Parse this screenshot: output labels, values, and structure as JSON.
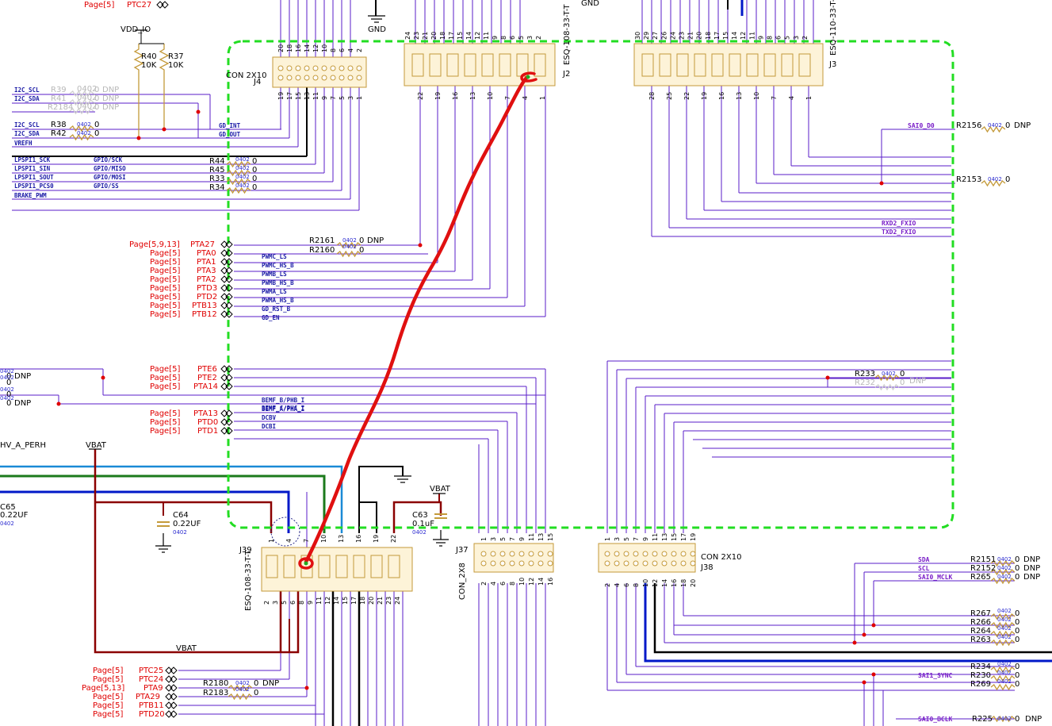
{
  "power": {
    "gnd": "GND",
    "vdd_io": "VDD_IO",
    "vbat": "VBAT",
    "hv_a_perh": "HV_A_PERH"
  },
  "connectors": {
    "j4": {
      "type": "CON 2X10",
      "ref": "J4",
      "top_pins": [
        "20",
        "18",
        "16",
        "14",
        "12",
        "10",
        "8",
        "6",
        "4",
        "2"
      ],
      "bottom_pins": [
        "19",
        "17",
        "15",
        "13",
        "11",
        "9",
        "7",
        "5",
        "3",
        "1"
      ]
    },
    "j2": {
      "type": "ESQ-108-33-T-T",
      "ref": "J2",
      "top_pins": [
        "24",
        "23",
        "21",
        "20",
        "18",
        "17",
        "15",
        "14",
        "12",
        "11",
        "9",
        "8",
        "6",
        "5",
        "3",
        "2"
      ],
      "bottom_pins": [
        "22",
        "19",
        "16",
        "13",
        "10",
        "7",
        "4",
        "1"
      ]
    },
    "j3": {
      "type": "ESQ-110-33-T-T",
      "ref": "J3",
      "top_pins": [
        "30",
        "29",
        "27",
        "26",
        "24",
        "23",
        "21",
        "20",
        "18",
        "17",
        "15",
        "14",
        "12",
        "11",
        "9",
        "8",
        "6",
        "5",
        "3",
        "2"
      ],
      "bottom_pins": [
        "28",
        "25",
        "22",
        "19",
        "16",
        "13",
        "10",
        "7",
        "4",
        "1"
      ]
    },
    "j39": {
      "type": "ESQ-108-33-T-T",
      "ref": "J39",
      "top_pins": [
        "1",
        "4",
        "7",
        "10",
        "13",
        "16",
        "19",
        "22"
      ],
      "bottom_pins": [
        "2",
        "3",
        "5",
        "6",
        "8",
        "9",
        "11",
        "12",
        "14",
        "15",
        "17",
        "18",
        "20",
        "21",
        "23",
        "24"
      ]
    },
    "j37": {
      "type": "CON_2X8",
      "ref": "J37",
      "top_pins": [
        "1",
        "3",
        "5",
        "7",
        "9",
        "11",
        "13",
        "15"
      ],
      "bottom_pins": [
        "2",
        "4",
        "6",
        "8",
        "10",
        "12",
        "14",
        "16"
      ]
    },
    "j38": {
      "type": "CON 2X10",
      "ref": "J38",
      "top_pins": [
        "1",
        "3",
        "5",
        "7",
        "9",
        "11",
        "13",
        "15",
        "17",
        "19"
      ],
      "bottom_pins": [
        "2",
        "4",
        "6",
        "8",
        "10",
        "12",
        "14",
        "16",
        "18",
        "20"
      ]
    }
  },
  "resistors": {
    "r40": {
      "ref": "R40",
      "val": "10K"
    },
    "r37": {
      "ref": "R37",
      "val": "10K"
    },
    "top_left": [
      {
        "ref": "R39",
        "pkg": "0402",
        "val": "0",
        "dnp": "DNP",
        "net": "I2C_SCL"
      },
      {
        "ref": "R41",
        "pkg": "0402",
        "val": "0",
        "dnp": "DNP",
        "net": "I2C_SDA"
      },
      {
        "ref": "R2184",
        "pkg": "0402",
        "val": "0",
        "dnp": "DNP",
        "net": ""
      },
      {
        "ref": "R38",
        "pkg": "0402",
        "val": "0",
        "dnp": "",
        "net": "I2C_SCL"
      },
      {
        "ref": "R42",
        "pkg": "0402",
        "val": "0",
        "dnp": "",
        "net": "I2C_SDA"
      }
    ],
    "spi": [
      {
        "ref": "R44",
        "pkg": "0402",
        "val": "0",
        "net": "LPSPI1_SCK",
        "gpio": "GPIO/SCK"
      },
      {
        "ref": "R45",
        "pkg": "0402",
        "val": "0",
        "net": "LPSPI1_SIN",
        "gpio": "GPIO/MISO"
      },
      {
        "ref": "R33",
        "pkg": "0402",
        "val": "0",
        "net": "LPSPI1_SOUT",
        "gpio": "GPIO/MOSI"
      },
      {
        "ref": "R34",
        "pkg": "0402",
        "val": "0",
        "net": "LPSPI1_PCS0",
        "gpio": "GPIO/SS"
      }
    ],
    "r2161": {
      "ref": "R2161",
      "pkg": "0402",
      "val": "0",
      "dnp": "DNP"
    },
    "r2160": {
      "ref": "R2160",
      "pkg": "0402",
      "val": "0"
    },
    "r2156": {
      "ref": "R2156",
      "pkg": "0402",
      "val": "0",
      "dnp": "DNP"
    },
    "r2153": {
      "ref": "R2153",
      "pkg": "0402",
      "val": "0"
    },
    "r233": {
      "ref": "R233",
      "pkg": "0402",
      "val": "0"
    },
    "r232": {
      "ref": "R232",
      "pkg": "0402",
      "val": "0",
      "dnp": "DNP"
    },
    "left_mid": [
      {
        "pkg": "0402",
        "val": "0",
        "dnp": "DNP"
      },
      {
        "pkg": "0402",
        "val": "0",
        "dnp": ""
      },
      {
        "pkg": "0402",
        "val": "0",
        "dnp": ""
      },
      {
        "pkg": "0402",
        "val": "0",
        "dnp": "DNP"
      }
    ],
    "r2180": {
      "ref": "R2180",
      "pkg": "0402",
      "val": "0",
      "dnp": "DNP"
    },
    "r2183": {
      "ref": "R2183",
      "pkg": "0402",
      "val": "0"
    },
    "right_top": [
      {
        "ref": "R2151",
        "pkg": "0402",
        "val": "0",
        "dnp": "DNP",
        "net": "SDA"
      },
      {
        "ref": "R2152",
        "pkg": "0402",
        "val": "0",
        "dnp": "DNP",
        "net": "SCL"
      },
      {
        "ref": "R265",
        "pkg": "0402",
        "val": "0",
        "dnp": "DNP",
        "net": "SAI0_MCLK"
      }
    ],
    "right_mid": [
      {
        "ref": "R267",
        "pkg": "0402",
        "val": "0"
      },
      {
        "ref": "R266",
        "pkg": "0402",
        "val": "0"
      },
      {
        "ref": "R264",
        "pkg": "0402",
        "val": "0"
      },
      {
        "ref": "R263",
        "pkg": "0402",
        "val": "0"
      }
    ],
    "right_bot": [
      {
        "ref": "R234",
        "pkg": "0402",
        "val": "0",
        "net": ""
      },
      {
        "ref": "R230",
        "pkg": "0402",
        "val": "0",
        "net": "SAI1_SYNC"
      },
      {
        "ref": "R269",
        "pkg": "0402",
        "val": "0",
        "net": ""
      }
    ],
    "r225": {
      "ref": "R225",
      "pkg": "0402",
      "val": "0",
      "dnp": "DNP",
      "net": "SAI0_BCLK"
    }
  },
  "capacitors": {
    "c65": {
      "ref": "C65",
      "val": "0.22UF",
      "pkg": "0402"
    },
    "c64": {
      "ref": "C64",
      "val": "0.22UF",
      "pkg": "0402"
    },
    "c63": {
      "ref": "C63",
      "val": "0.1uF",
      "pkg": "0402"
    }
  },
  "nets": {
    "vrefh": "VREFH",
    "gd_int": "GD_INT",
    "gd_out": "GD_OUT",
    "brake_pwm": "BRAKE_PWM",
    "sai0_d0": "SAI0_D0",
    "rxd2": "RXD2_FXIO",
    "txd2": "TXD2_FXIO"
  },
  "ports_top": [
    {
      "page": "Page[5]",
      "port": "PTC27"
    }
  ],
  "ports_pwm": [
    {
      "page": "Page[5,9,13]",
      "port": "PTA27",
      "net": ""
    },
    {
      "page": "Page[5]",
      "port": "PTA0",
      "net": "PWMC_LS"
    },
    {
      "page": "Page[5]",
      "port": "PTA1",
      "net": "PWMC_HS_B"
    },
    {
      "page": "Page[5]",
      "port": "PTA3",
      "net": "PWMB_LS"
    },
    {
      "page": "Page[5]",
      "port": "PTA2",
      "net": "PWMB_HS_B"
    },
    {
      "page": "Page[5]",
      "port": "PTD3",
      "net": "PWMA_LS"
    },
    {
      "page": "Page[5]",
      "port": "PTD2",
      "net": "PWMA_HS_B"
    },
    {
      "page": "Page[5]",
      "port": "PTB13",
      "net": "GD_RST_B"
    },
    {
      "page": "Page[5]",
      "port": "PTB12",
      "net": "GD_EN"
    }
  ],
  "ports_bemf": [
    {
      "page": "Page[5]",
      "port": "PTE6",
      "net": ""
    },
    {
      "page": "Page[5]",
      "port": "PTE2",
      "net": ""
    },
    {
      "page": "Page[5]",
      "port": "PTA14",
      "net": "BEMF_C/PHC_I"
    },
    {
      "page": "",
      "port": "",
      "net": "BEMF_B/PHB_I"
    },
    {
      "page": "",
      "port": "",
      "net": "BEMF_A/PHA_I"
    },
    {
      "page": "Page[5]",
      "port": "PTA13",
      "net": "DCBV"
    },
    {
      "page": "Page[5]",
      "port": "PTD0",
      "net": "DCBI"
    },
    {
      "page": "Page[5]",
      "port": "PTD1",
      "net": ""
    }
  ],
  "ports_bottom": [
    {
      "page": "Page[5]",
      "port": "PTC25"
    },
    {
      "page": "Page[5]",
      "port": "PTC24"
    },
    {
      "page": "Page[5,13]",
      "port": "PTA9"
    },
    {
      "page": "Page[5]",
      "port": "PTA29"
    },
    {
      "page": "Page[5]",
      "port": "PTB11"
    },
    {
      "page": "Page[5]",
      "port": "PTD20"
    }
  ]
}
